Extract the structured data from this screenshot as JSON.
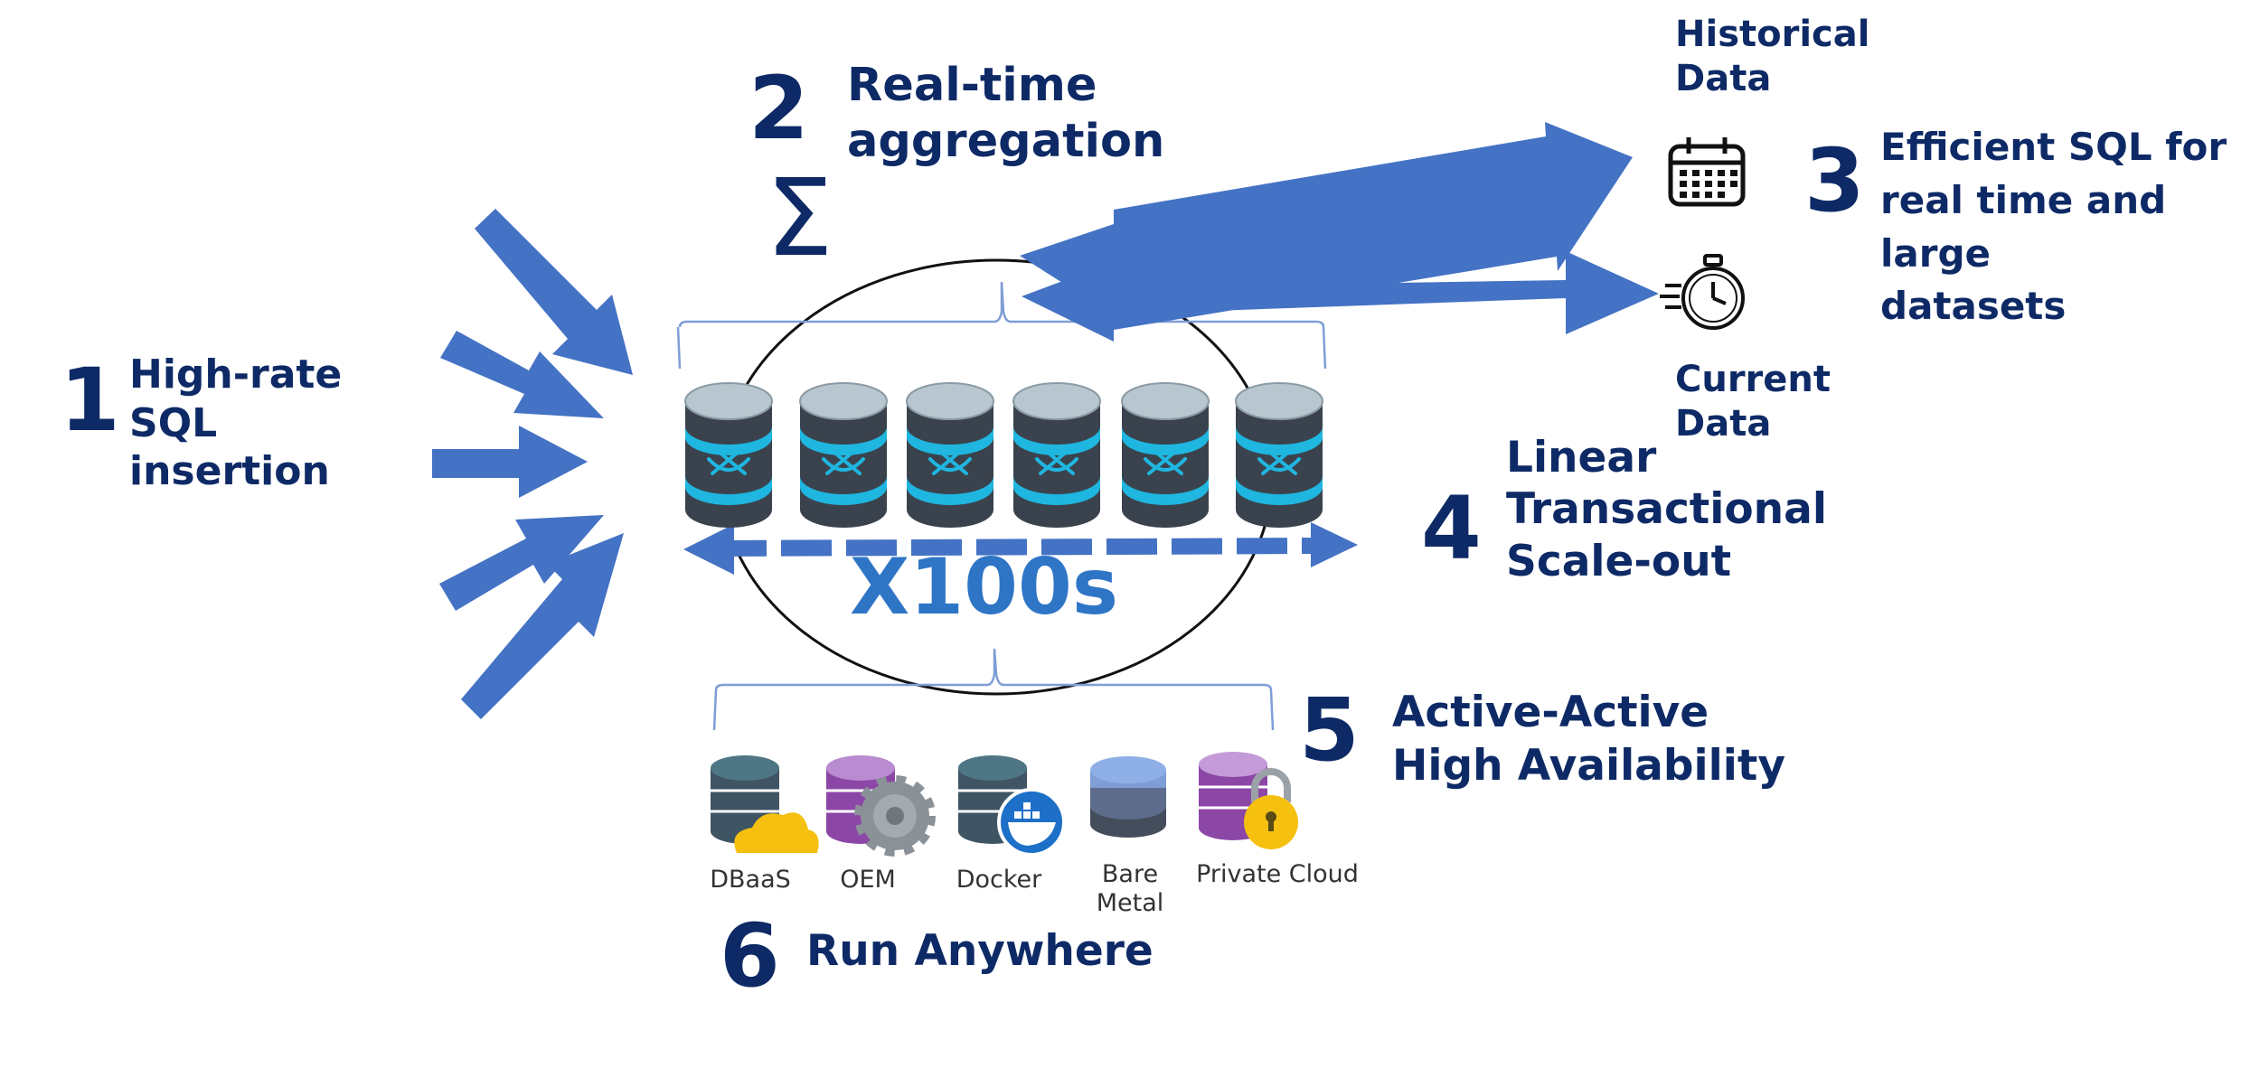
{
  "features": [
    {
      "number": "1",
      "label_lines": [
        "High-rate",
        "SQL",
        "insertion"
      ]
    },
    {
      "number": "2",
      "label_lines": [
        "Real-time",
        "aggregation"
      ]
    },
    {
      "number": "3",
      "label_lines": [
        "Efficient SQL for",
        "real time and large",
        "datasets"
      ]
    },
    {
      "number": "4",
      "label_lines": [
        "Linear",
        "Transactional",
        "Scale-out"
      ]
    },
    {
      "number": "5",
      "label_lines": [
        "Active-Active",
        "High Availability"
      ]
    },
    {
      "number": "6",
      "label_lines": [
        "Run Anywhere"
      ]
    }
  ],
  "data_sources": {
    "historical": [
      "Historical",
      "Data"
    ],
    "current": [
      "Current",
      "Data"
    ]
  },
  "sigma": "Σ",
  "scale_label": "X100s",
  "deployments": [
    {
      "label_lines": [
        "DBaaS"
      ],
      "icon": "cloud-database-icon"
    },
    {
      "label_lines": [
        "OEM"
      ],
      "icon": "gear-database-icon"
    },
    {
      "label_lines": [
        "Docker"
      ],
      "icon": "docker-database-icon"
    },
    {
      "label_lines": [
        "Bare",
        "Metal"
      ],
      "icon": "bare-metal-database-icon"
    },
    {
      "label_lines": [
        "Private Cloud"
      ],
      "icon": "lock-database-icon"
    }
  ],
  "colors": {
    "arrow": "#4472c4",
    "text": "#0e2a66",
    "scale_text": "#2f75c6",
    "db_body": "#3a434d",
    "db_top": "#b8c6cf",
    "db_band": "#1fb6e0"
  }
}
